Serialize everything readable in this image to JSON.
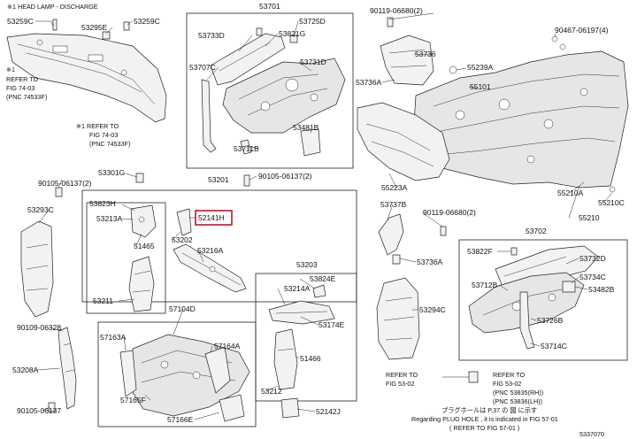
{
  "diagram": {
    "figure_code": "5337070",
    "highlight_color": "#c0162a",
    "notes": {
      "head_lamp": "※1 HEAD LAMP - DISCHARGE",
      "ref_7403_a": [
        "※1",
        "REFER TO",
        "FIG 74-03",
        "(PNC 74533F)"
      ],
      "ref_7403_b": [
        "※1 REFER TO",
        "FIG 74-03",
        "(PNC 74533F)"
      ],
      "ref_5302": [
        "REFER TO",
        "FIG 53-02"
      ],
      "ref_5701": [
        "REFER TO",
        "FIG 57-01"
      ],
      "ref_5302_b": [
        "REFER TO",
        "FIG 53-02",
        "(PNC 53835(RH))",
        "(PNC 53836(LH))"
      ],
      "plug_note": [
        "プラグホールは P.37 の 図 に示す",
        "Regarding PLUG HOLE , it is indicated in FIG 57-01",
        "(  REFER TO FIG 57-01 )"
      ]
    },
    "parts": [
      {
        "id": "53259C_a",
        "label": "53259C"
      },
      {
        "id": "53295E",
        "label": "53295E"
      },
      {
        "id": "53259C_b",
        "label": "53259C"
      },
      {
        "id": "53701",
        "label": "53701"
      },
      {
        "id": "53733D",
        "label": "53733D"
      },
      {
        "id": "53725D",
        "label": "53725D"
      },
      {
        "id": "53821G",
        "label": "53821G"
      },
      {
        "id": "53707C",
        "label": "53707C"
      },
      {
        "id": "53731D",
        "label": "53731D"
      },
      {
        "id": "53481B",
        "label": "53481B"
      },
      {
        "id": "53711B",
        "label": "53711B"
      },
      {
        "id": "90119_06680_a",
        "label": "90119-06680(2)"
      },
      {
        "id": "53736",
        "label": "53736"
      },
      {
        "id": "90467_06197",
        "label": "90467-06197(4)"
      },
      {
        "id": "55239A",
        "label": "55239A"
      },
      {
        "id": "53736A_a",
        "label": "53736A"
      },
      {
        "id": "55101",
        "label": "55101"
      },
      {
        "id": "55223A",
        "label": "55223A"
      },
      {
        "id": "55210A",
        "label": "55210A"
      },
      {
        "id": "55210C",
        "label": "55210C"
      },
      {
        "id": "55210",
        "label": "55210"
      },
      {
        "id": "53301G",
        "label": "53301G"
      },
      {
        "id": "53201",
        "label": "53201"
      },
      {
        "id": "90105_06137_a",
        "label": "90105-06137(2)"
      },
      {
        "id": "90105_06137_b",
        "label": "90105-06137(2)"
      },
      {
        "id": "53293C",
        "label": "53293C"
      },
      {
        "id": "53823H",
        "label": "53823H"
      },
      {
        "id": "53213A",
        "label": "53213A"
      },
      {
        "id": "52141H",
        "label": "52141H"
      },
      {
        "id": "53202",
        "label": "53202"
      },
      {
        "id": "51465",
        "label": "51465"
      },
      {
        "id": "53216A",
        "label": "53216A"
      },
      {
        "id": "53211",
        "label": "53211"
      },
      {
        "id": "53737B",
        "label": "53737B"
      },
      {
        "id": "90119_06680_b",
        "label": "90119-06680(2)"
      },
      {
        "id": "53702",
        "label": "53702"
      },
      {
        "id": "53736A_b",
        "label": "53736A"
      },
      {
        "id": "53822F",
        "label": "53822F"
      },
      {
        "id": "53732D",
        "label": "53732D"
      },
      {
        "id": "53203",
        "label": "53203"
      },
      {
        "id": "53824E",
        "label": "53824E"
      },
      {
        "id": "53214A",
        "label": "53214A"
      },
      {
        "id": "53712B",
        "label": "53712B"
      },
      {
        "id": "53734C",
        "label": "53734C"
      },
      {
        "id": "53482B",
        "label": "53482B"
      },
      {
        "id": "53294C",
        "label": "53294C"
      },
      {
        "id": "57104D",
        "label": "57104D"
      },
      {
        "id": "53174E",
        "label": "53174E"
      },
      {
        "id": "53726B",
        "label": "53726B"
      },
      {
        "id": "53714C",
        "label": "53714C"
      },
      {
        "id": "90109_06328",
        "label": "90109-06328"
      },
      {
        "id": "57163A",
        "label": "57163A"
      },
      {
        "id": "57164A",
        "label": "57164A"
      },
      {
        "id": "51466",
        "label": "51466"
      },
      {
        "id": "53208A",
        "label": "53208A"
      },
      {
        "id": "53212",
        "label": "53212"
      },
      {
        "id": "57165F",
        "label": "57165F"
      },
      {
        "id": "52142J",
        "label": "52142J"
      },
      {
        "id": "57166E",
        "label": "57166E"
      },
      {
        "id": "90105_06137_c",
        "label": "90105-06137"
      }
    ]
  }
}
